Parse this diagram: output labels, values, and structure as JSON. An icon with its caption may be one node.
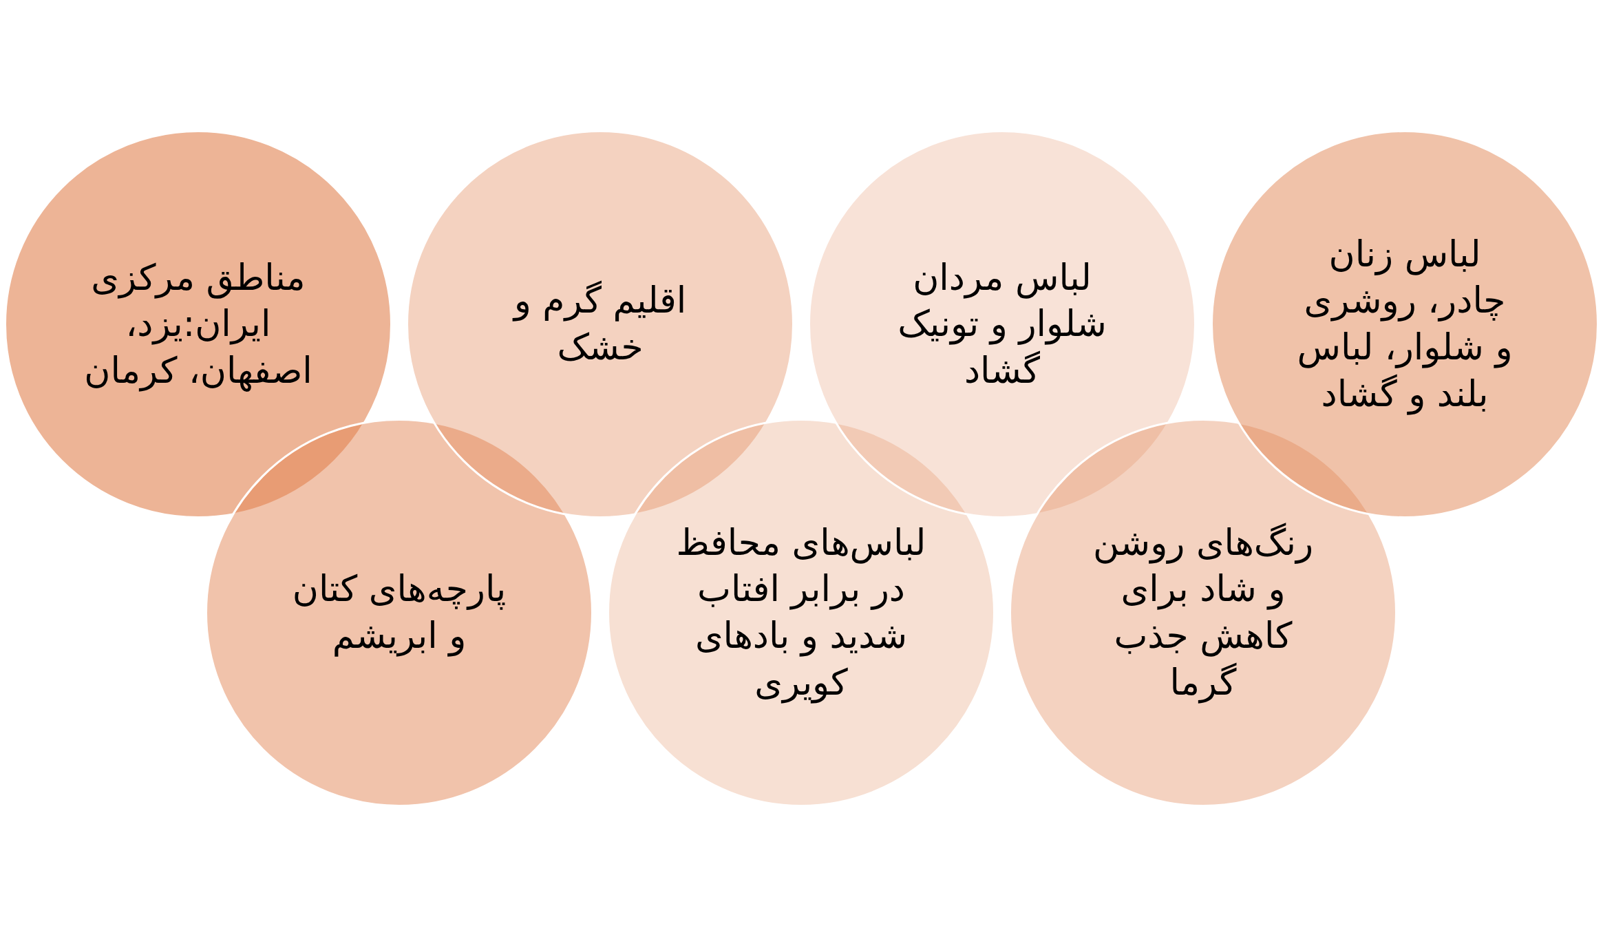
{
  "diagram": {
    "nodes": [
      {
        "text": [
          "مناطق مرکزی ایران:یزد، اصفهان، کرمان"
        ]
      },
      {
        "text": [
          "پارچه‌های کتان و ابریشم"
        ]
      },
      {
        "text": [
          "اقلیم گرم و خشک"
        ]
      },
      {
        "text": [
          "لباس‌های محافظ در برابر افتاب شدید و بادهای کویری"
        ]
      },
      {
        "text": [
          "لباس مردان",
          "شلوار و تونیک گشاد"
        ]
      },
      {
        "text": [
          "رنگ‌های روشن و شاد برای کاهش جذب گرما"
        ]
      },
      {
        "text": [
          "لباس زنان",
          "چادر، روشری و شلوار، لباس بلند و گشاد"
        ]
      }
    ]
  }
}
